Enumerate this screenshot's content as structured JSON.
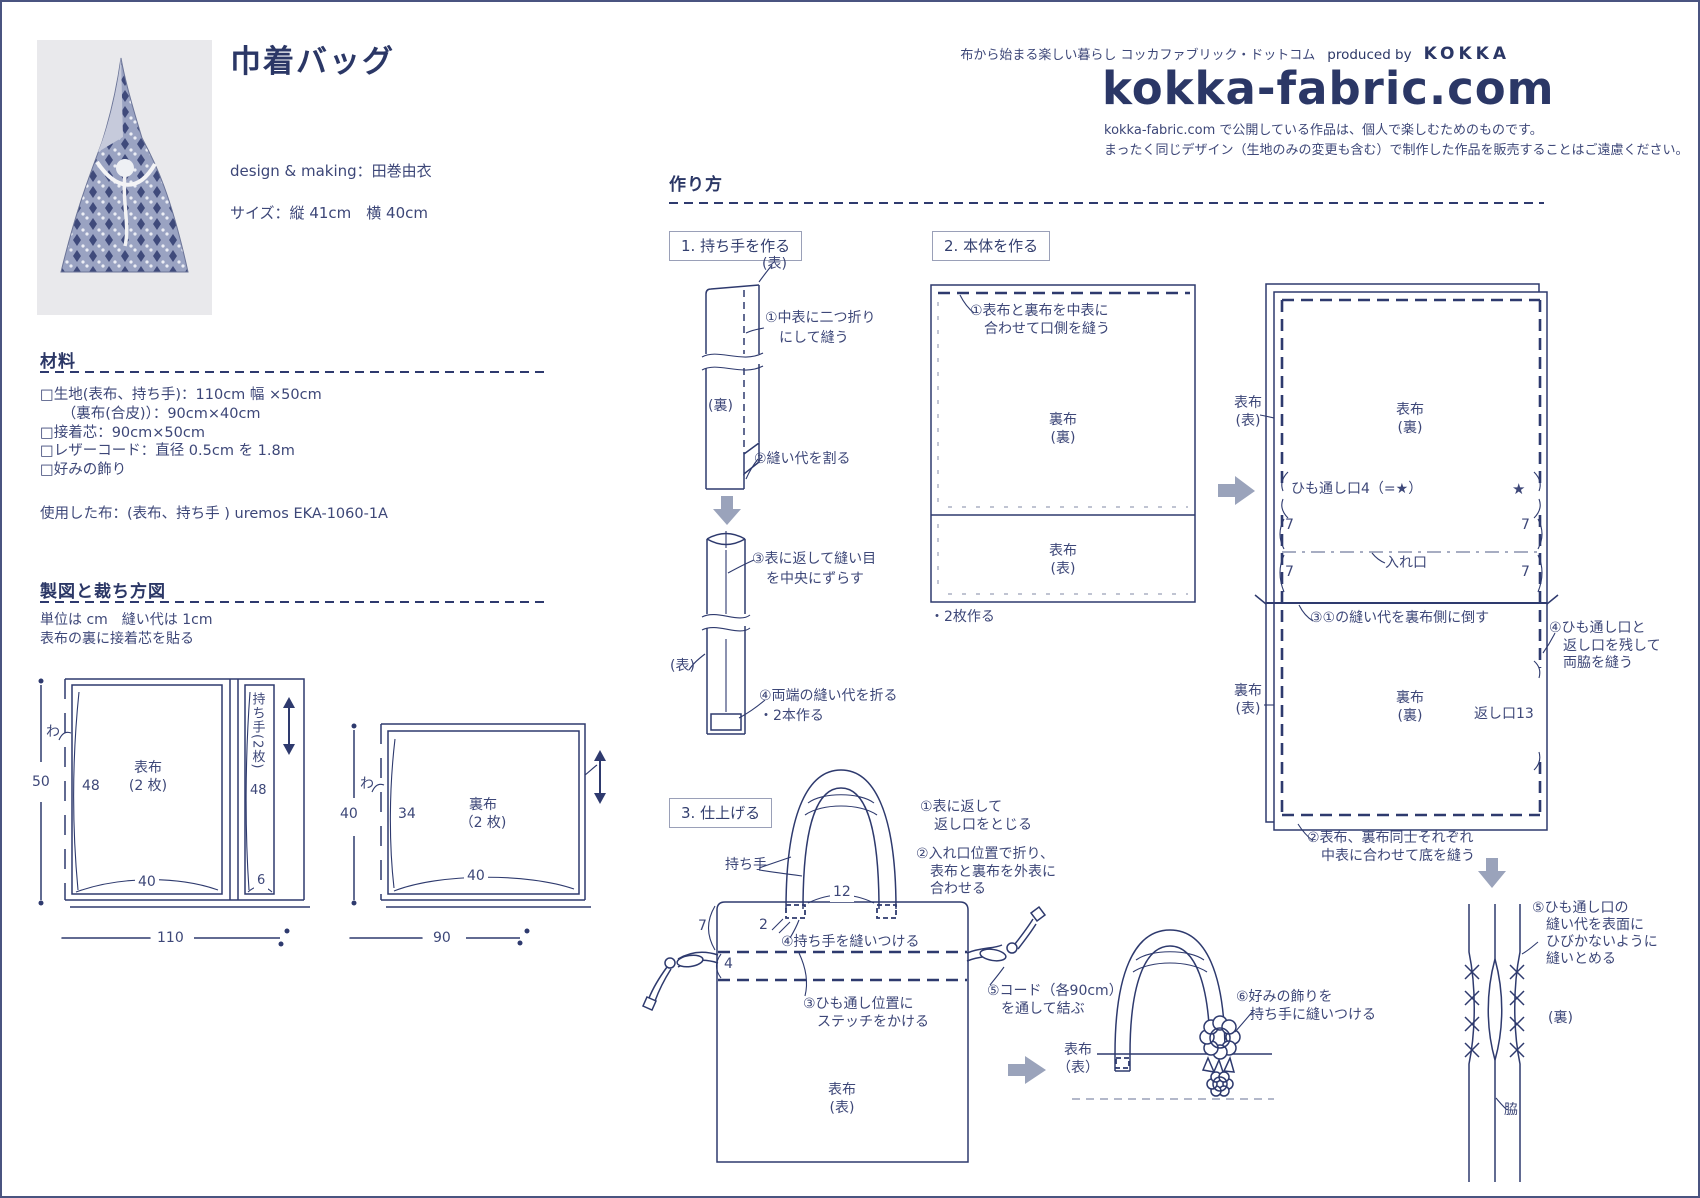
{
  "page": {
    "title": "巾着バッグ",
    "design": "design & making：田巻由衣",
    "size": "サイズ：縦 41cm　横 40cm"
  },
  "brand": {
    "tagline": "布から始まる楽しい暮らし コッカファブリック・ドットコム",
    "produced": "produced by",
    "kokka": "KOKKA",
    "logo": "kokka-fabric.com",
    "disclaimer": "kokka-fabric.com で公開している作品は、個人で楽しむためのものです。\nまったく同じデザイン（生地のみの変更も含む）で制作した作品を販売することはご遠慮ください。"
  },
  "materials": {
    "heading": "材料",
    "items": "□生地(表布、持ち手)：110cm 幅 ×50cm\n　　（裏布(合皮)）：90cm×40cm\n□接着芯：90cm×50cm\n□レザーコード：直径 0.5cm を 1.8m\n□好みの飾り",
    "used": "使用した布：(表布、持ち手 ) uremos EKA-1060-1A"
  },
  "cutting": {
    "heading": "製図と裁ち方図",
    "notes": "単位は cm　縫い代は 1cm\n表布の裏に接着芯を貼る",
    "d1": {
      "fold": "わ",
      "h": "50",
      "ih": "48",
      "piece": "表布\n(2 枚)",
      "w": "40",
      "handle": "持ち手(2枚)",
      "hh": "48",
      "hw": "6",
      "total": "110"
    },
    "d2": {
      "fold": "わ",
      "h": "40",
      "ih": "34",
      "piece": "裏布\n（2 枚)",
      "w": "40",
      "total": "90"
    }
  },
  "howto": {
    "heading": "作り方",
    "s1": {
      "title": "1. 持ち手を作る",
      "front": "(表)",
      "n1": "①中表に二つ折り\n　にして縫う",
      "back": "(裏)",
      "n2": "②縫い代を割る",
      "n3": "③表に返して縫い目\n　を中央にずらす",
      "front2": "(表)",
      "n4": "④両端の縫い代を折る\n・2本作る"
    },
    "s2": {
      "title": "2. 本体を作る",
      "n1": "①表布と裏布を中表に\n　合わせて口側を縫う",
      "lining_wrong": "裏布\n(裏)",
      "outer_right": "表布\n(表)",
      "make2": "・2枚作る",
      "outer_right2": "表布\n(表)",
      "outer_wrong": "表布\n(裏)",
      "himo": "ひも通し口4（=★）",
      "star": "★",
      "seven": "7",
      "ireguchi": "入れ口",
      "n3": "③①の縫い代を裏布側に倒す",
      "n4": "④ひも通し口と\n　返し口を残して\n　両脇を縫う",
      "lining_right": "裏布\n(表)",
      "lining_wrong2": "裏布\n(裏)",
      "kaeshi": "返し口13",
      "n2": "②表布、裏布同士それぞれ\n　中表に合わせて底を縫う"
    },
    "s3": {
      "title": "3. 仕上げる",
      "handle": "持ち手",
      "n1": "①表に返して\n　返し口をとじる",
      "n2": "②入れ口位置で折り、\n　表布と裏布を外表に\n　合わせる",
      "d12": "12",
      "d2": "2",
      "d7": "7",
      "d4": "4",
      "n4": "④持ち手を縫いつける",
      "n3": "③ひも通し位置に\n　ステッチをかける",
      "outer": "表布\n(表)",
      "n5": "⑤コード（各90cm）\n　を通して結ぶ",
      "n6": "⑥好みの飾りを\n　持ち手に縫いつける",
      "outer2": "表布\n（表）",
      "n5b": "⑤ひも通し口の\n　縫い代を表面に\n　ひびかないように\n　縫いとめる",
      "back": "(裏)",
      "waki": "脇"
    }
  }
}
